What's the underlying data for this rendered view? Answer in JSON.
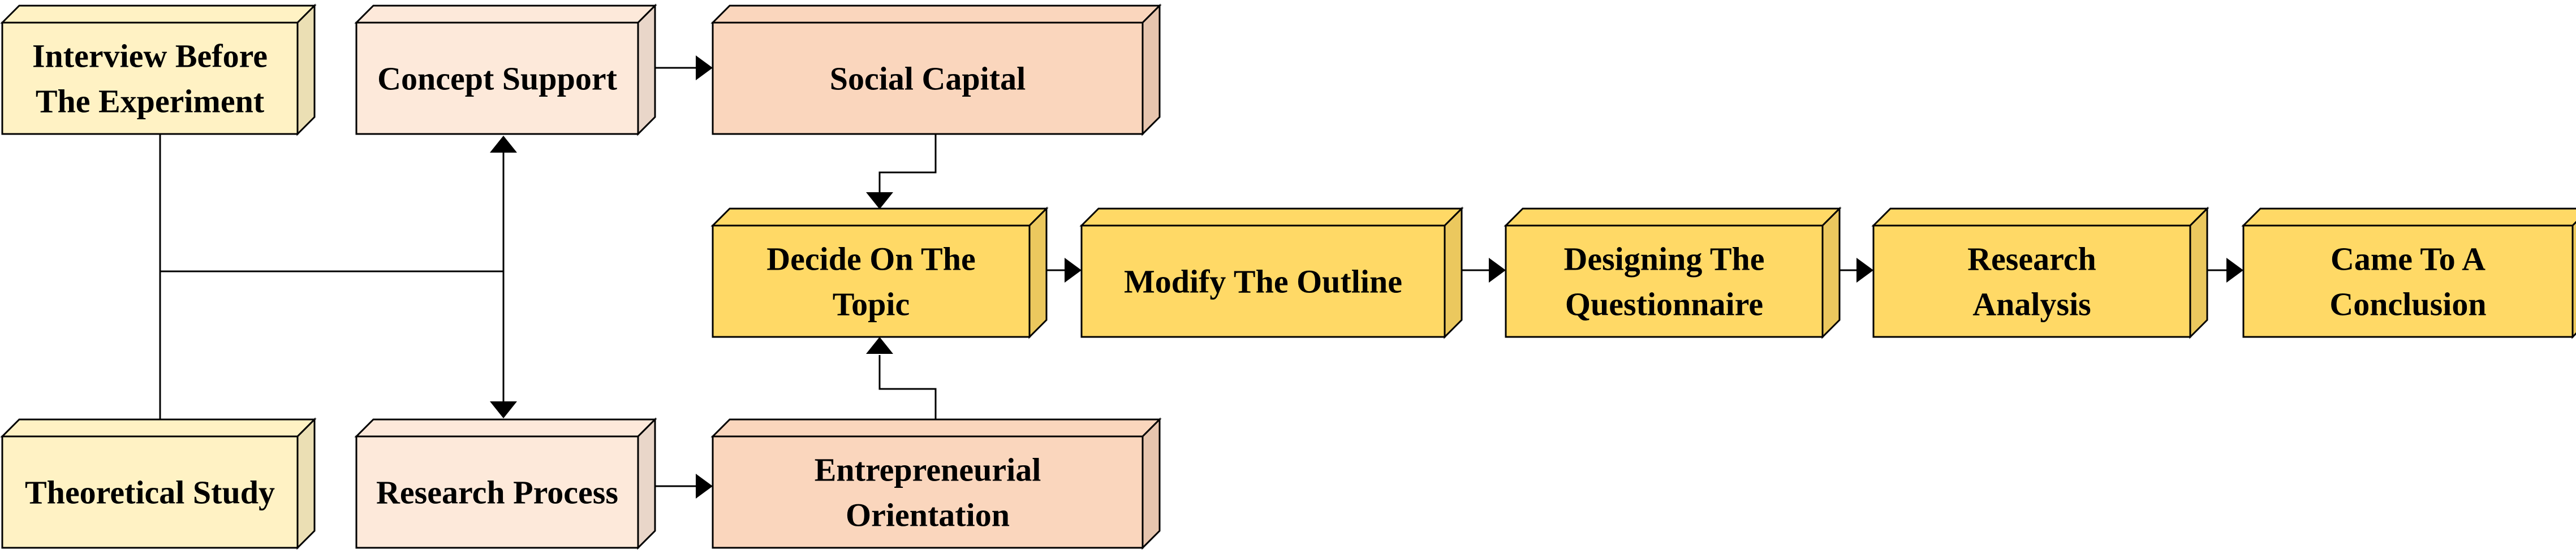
{
  "colors": {
    "cream": "#FFF2C4",
    "peach_light": "#FDE9DA",
    "peach": "#FAD6BD",
    "gold": "#FFD966",
    "line": "#000000"
  },
  "nodes": {
    "interview": {
      "lines": [
        "Interview Before",
        "The Experiment"
      ],
      "fill": "cream"
    },
    "theoretical": {
      "lines": [
        "Theoretical Study"
      ],
      "fill": "cream"
    },
    "concept_support": {
      "lines": [
        "Concept Support"
      ],
      "fill": "peach_light"
    },
    "research_process": {
      "lines": [
        "Research Process"
      ],
      "fill": "peach_light"
    },
    "social_capital": {
      "lines": [
        "Social Capital"
      ],
      "fill": "peach"
    },
    "entrepreneurial": {
      "lines": [
        "Entrepreneurial",
        "Orientation"
      ],
      "fill": "peach"
    },
    "decide_topic": {
      "lines": [
        "Decide On The",
        "Topic"
      ],
      "fill": "gold"
    },
    "modify_outline": {
      "lines": [
        "Modify The Outline"
      ],
      "fill": "gold"
    },
    "designing": {
      "lines": [
        "Designing The",
        "Questionnaire"
      ],
      "fill": "gold"
    },
    "research_analysis": {
      "lines": [
        "Research",
        "Analysis"
      ],
      "fill": "gold"
    },
    "conclusion": {
      "lines": [
        "Came To A",
        "Conclusion"
      ],
      "fill": "gold"
    }
  }
}
